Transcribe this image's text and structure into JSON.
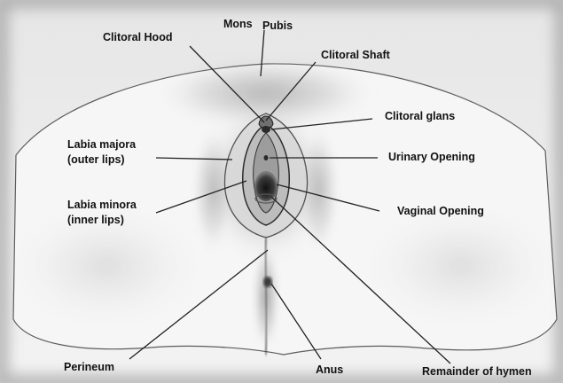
{
  "labels": {
    "mons": "Mons",
    "pubis": "Pubis",
    "clitoral_hood": "Clitoral Hood",
    "clitoral_shaft": "Clitoral Shaft",
    "clitoral_glans": "Clitoral glans",
    "labia_majora_line1": "Labia majora",
    "labia_majora_line2": "(outer lips)",
    "urinary_opening": "Urinary Opening",
    "labia_minora_line1": "Labia minora",
    "labia_minora_line2": "(inner lips)",
    "vaginal_opening": "Vaginal Opening",
    "perineum": "Perineum",
    "anus": "Anus",
    "remainder_of_hymen": "Remainder of hymen"
  },
  "colors": {
    "background": "#f2f2f2",
    "ink": "#111111",
    "border": "#3a3a3a"
  }
}
